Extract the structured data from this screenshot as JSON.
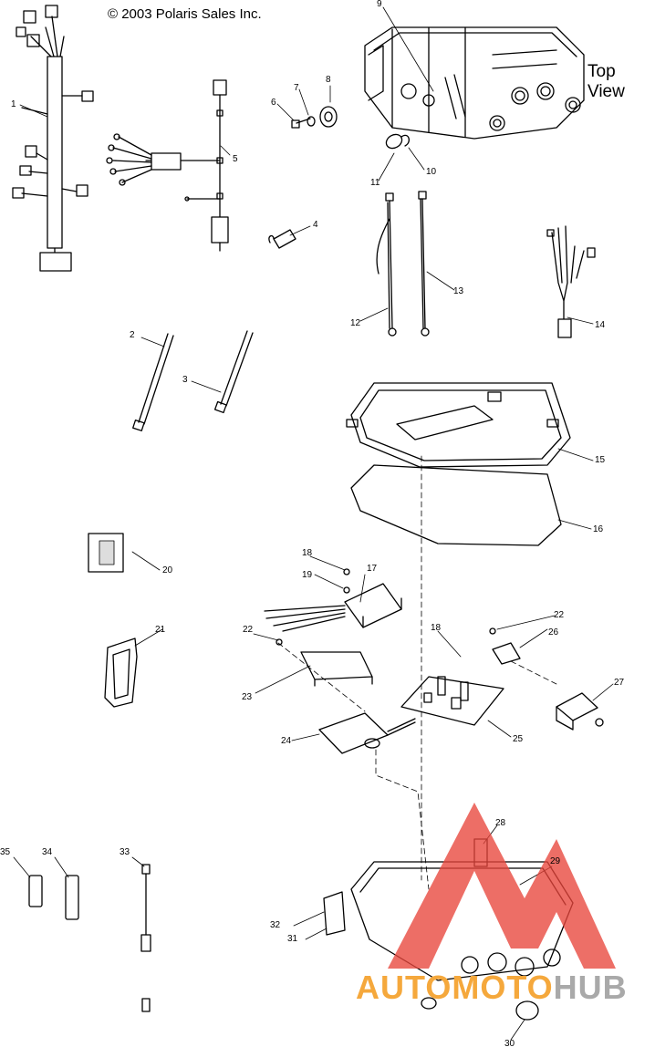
{
  "copyright": "© 2003 Polaris Sales Inc.",
  "top_view_label": "Top View",
  "watermark": {
    "part1": "AUTOMOTO",
    "part2": "HUB",
    "color_primary": "#f5a83c",
    "color_secondary": "#a9a9a9",
    "logo_color": "#e8463c"
  },
  "callouts": {
    "c1": "1",
    "c2": "2",
    "c3": "3",
    "c4": "4",
    "c5": "5",
    "c6": "6",
    "c7": "7",
    "c8": "8",
    "c9": "9",
    "c10": "10",
    "c11": "11",
    "c12": "12",
    "c13": "13",
    "c14": "14",
    "c15": "15",
    "c16": "16",
    "c17": "17",
    "c18a": "18",
    "c18b": "18",
    "c19": "19",
    "c20": "20",
    "c21": "21",
    "c22a": "22",
    "c22b": "22",
    "c23": "23",
    "c24": "24",
    "c25": "25",
    "c26": "26",
    "c27": "27",
    "c28": "28",
    "c29": "29",
    "c30": "30",
    "c31": "31",
    "c32": "32",
    "c33": "33",
    "c34": "34",
    "c35": "35"
  }
}
